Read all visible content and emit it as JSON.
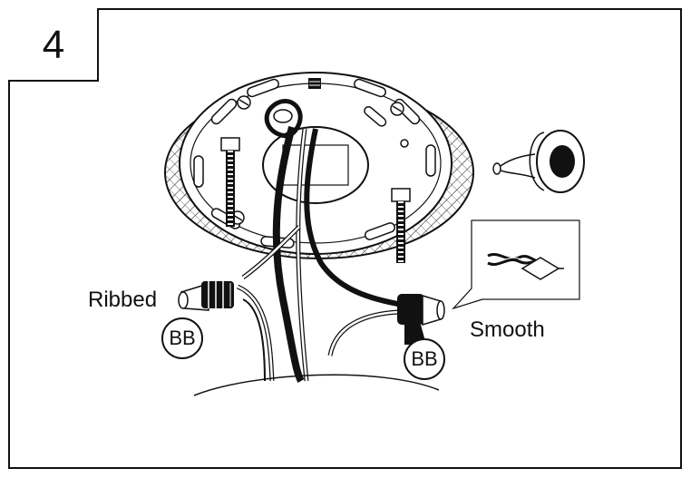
{
  "step": {
    "number": "4"
  },
  "labels": {
    "ribbed": "Ribbed",
    "smooth": "Smooth",
    "connector_left": "BB",
    "connector_right": "BB"
  },
  "colors": {
    "line": "#111111",
    "background": "#ffffff"
  }
}
